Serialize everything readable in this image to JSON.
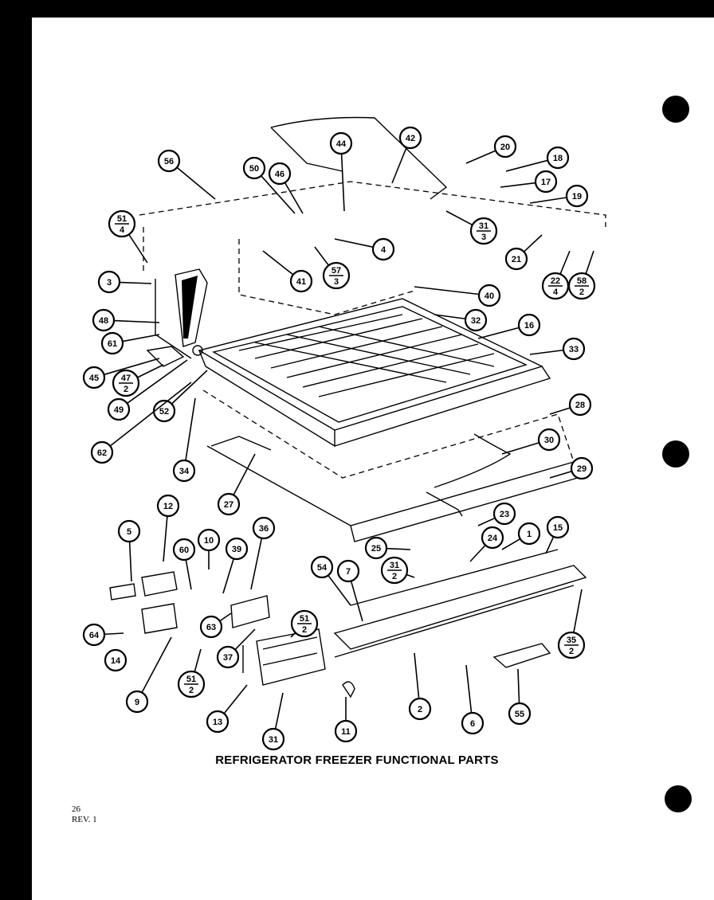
{
  "caption": "REFRIGERATOR FREEZER FUNCTIONAL PARTS",
  "page_number": "26",
  "revision": "REV. 1",
  "callouts": [
    {
      "id": "c56a",
      "label": "56"
    },
    {
      "id": "c50a",
      "label": "50"
    },
    {
      "id": "c46",
      "label": "46"
    },
    {
      "id": "c44",
      "label": "44"
    },
    {
      "id": "c42",
      "label": "42"
    },
    {
      "id": "c20",
      "label": "20"
    },
    {
      "id": "c18",
      "label": "18"
    },
    {
      "id": "c17",
      "label": "17"
    },
    {
      "id": "c19",
      "label": "19"
    },
    {
      "id": "c51_4",
      "label": "51",
      "sub": "4"
    },
    {
      "id": "c4",
      "label": "4"
    },
    {
      "id": "c31_3",
      "label": "31",
      "sub": "3"
    },
    {
      "id": "c21",
      "label": "21"
    },
    {
      "id": "c3",
      "label": "3"
    },
    {
      "id": "c41",
      "label": "41"
    },
    {
      "id": "c57_3",
      "label": "57",
      "sub": "3"
    },
    {
      "id": "c22_4",
      "label": "22",
      "sub": "4"
    },
    {
      "id": "c58_2",
      "label": "58",
      "sub": "2"
    },
    {
      "id": "c40",
      "label": "40"
    },
    {
      "id": "c48",
      "label": "48"
    },
    {
      "id": "c32",
      "label": "32"
    },
    {
      "id": "c61",
      "label": "61"
    },
    {
      "id": "c16",
      "label": "16"
    },
    {
      "id": "c33",
      "label": "33"
    },
    {
      "id": "c45",
      "label": "45"
    },
    {
      "id": "c47_2",
      "label": "47",
      "sub": "2"
    },
    {
      "id": "c49",
      "label": "49"
    },
    {
      "id": "c52",
      "label": "52"
    },
    {
      "id": "c28",
      "label": "28"
    },
    {
      "id": "c62",
      "label": "62"
    },
    {
      "id": "c30",
      "label": "30"
    },
    {
      "id": "c34",
      "label": "34"
    },
    {
      "id": "c29",
      "label": "29"
    },
    {
      "id": "c27",
      "label": "27"
    },
    {
      "id": "c12",
      "label": "12"
    },
    {
      "id": "c5",
      "label": "5"
    },
    {
      "id": "c36",
      "label": "36"
    },
    {
      "id": "c23",
      "label": "23"
    },
    {
      "id": "c10",
      "label": "10"
    },
    {
      "id": "c60",
      "label": "60"
    },
    {
      "id": "c39",
      "label": "39"
    },
    {
      "id": "c1",
      "label": "1"
    },
    {
      "id": "c15",
      "label": "15"
    },
    {
      "id": "c24",
      "label": "24"
    },
    {
      "id": "c25",
      "label": "25"
    },
    {
      "id": "c31_2",
      "label": "31",
      "sub": "2"
    },
    {
      "id": "c54",
      "label": "54"
    },
    {
      "id": "c7",
      "label": "7"
    },
    {
      "id": "c51_2a",
      "label": "51",
      "sub": "2"
    },
    {
      "id": "c64",
      "label": "64"
    },
    {
      "id": "c63",
      "label": "63"
    },
    {
      "id": "c37",
      "label": "37"
    },
    {
      "id": "c14",
      "label": "14"
    },
    {
      "id": "c35_2",
      "label": "35",
      "sub": "2"
    },
    {
      "id": "c51_2b",
      "label": "51",
      "sub": "2"
    },
    {
      "id": "c9",
      "label": "9"
    },
    {
      "id": "c2",
      "label": "2"
    },
    {
      "id": "c13",
      "label": "13"
    },
    {
      "id": "c6",
      "label": "6"
    },
    {
      "id": "c55",
      "label": "55"
    },
    {
      "id": "c11",
      "label": "11"
    },
    {
      "id": "c31",
      "label": "31"
    }
  ]
}
